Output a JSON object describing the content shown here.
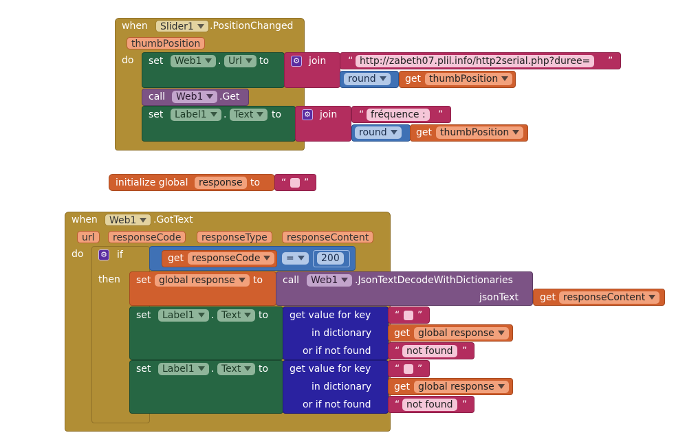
{
  "ev1": {
    "when": "when",
    "component": "Slider1",
    "event": ".PositionChanged",
    "param": "thumbPosition",
    "do": "do",
    "set": "set",
    "to": "to",
    "dot": ".",
    "s1_comp": "Web1",
    "s1_prop": "Url",
    "join": "join",
    "url_text": "http://zabeth07.plil.info/http2serial.php?duree=",
    "round": "round",
    "get": "get",
    "get_var": "thumbPosition",
    "call": "call",
    "call_comp": "Web1",
    "call_method": ".Get",
    "s2_comp": "Label1",
    "s2_prop": "Text",
    "freq_text": "fréquence : "
  },
  "global": {
    "initialize": "initialize global",
    "name": "response",
    "to": "to"
  },
  "ev2": {
    "when": "when",
    "component": "Web1",
    "event": ".GotText",
    "params": [
      "url",
      "responseCode",
      "responseType",
      "responseContent"
    ],
    "do": "do",
    "if": "if",
    "then": "then",
    "get": "get",
    "get_var": "responseCode",
    "op": "=",
    "num": "200",
    "set": "set",
    "set_var": "global response",
    "to": "to",
    "call": "call",
    "call_comp": "Web1",
    "call_method": ".JsonTextDecodeWithDictionaries",
    "json_label": "jsonText",
    "json_get": "responseContent",
    "comp": "Label1",
    "prop": "Text",
    "dot": ".",
    "gv_key": "get value for key",
    "gv_dict": "in dictionary",
    "gv_notfound": "or if not found",
    "dict_var": "global response",
    "not_found": "not found"
  },
  "colors": {
    "event": "#b18e35",
    "setter": "#266643",
    "text": "#b32d5e",
    "math": "#3f71b5",
    "variable": "#d05f2d",
    "procedure": "#7c5385",
    "dictionary": "#2a22a0",
    "control": "#b18e35"
  }
}
